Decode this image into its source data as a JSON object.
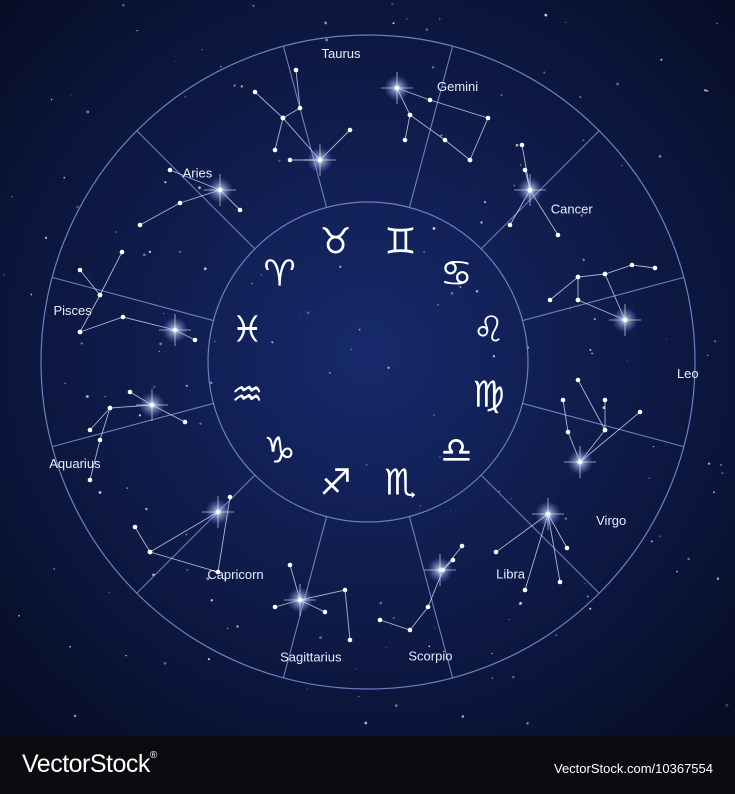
{
  "colors": {
    "sky_center": "#16296b",
    "sky_edge": "#070d26",
    "ring": "#6a80c0",
    "star": "#ffffff",
    "label": "#e8ecff",
    "footer": "#0c0c10"
  },
  "zodiac": [
    {
      "key": "taurus",
      "name": "Taurus",
      "glyph": "♉"
    },
    {
      "key": "gemini",
      "name": "Gemini",
      "glyph": "♊"
    },
    {
      "key": "cancer",
      "name": "Cancer",
      "glyph": "♋"
    },
    {
      "key": "leo",
      "name": "Leo",
      "glyph": "♌"
    },
    {
      "key": "virgo",
      "name": "Virgo",
      "glyph": "♍"
    },
    {
      "key": "libra",
      "name": "Libra",
      "glyph": "♎"
    },
    {
      "key": "scorpio",
      "name": "Scorpio",
      "glyph": "♏"
    },
    {
      "key": "sagittarius",
      "name": "Sagittarius",
      "glyph": "♐"
    },
    {
      "key": "capricorn",
      "name": "Capricorn",
      "glyph": "♑"
    },
    {
      "key": "aquarius",
      "name": "Aquarius",
      "glyph": "♒"
    },
    {
      "key": "pisces",
      "name": "Pisces",
      "glyph": "♓"
    },
    {
      "key": "aries",
      "name": "Aries",
      "glyph": "♈"
    }
  ],
  "footer": {
    "brand": "VectorStock",
    "brand_mark": "®",
    "image_id": "VectorStock.com/10367554"
  }
}
